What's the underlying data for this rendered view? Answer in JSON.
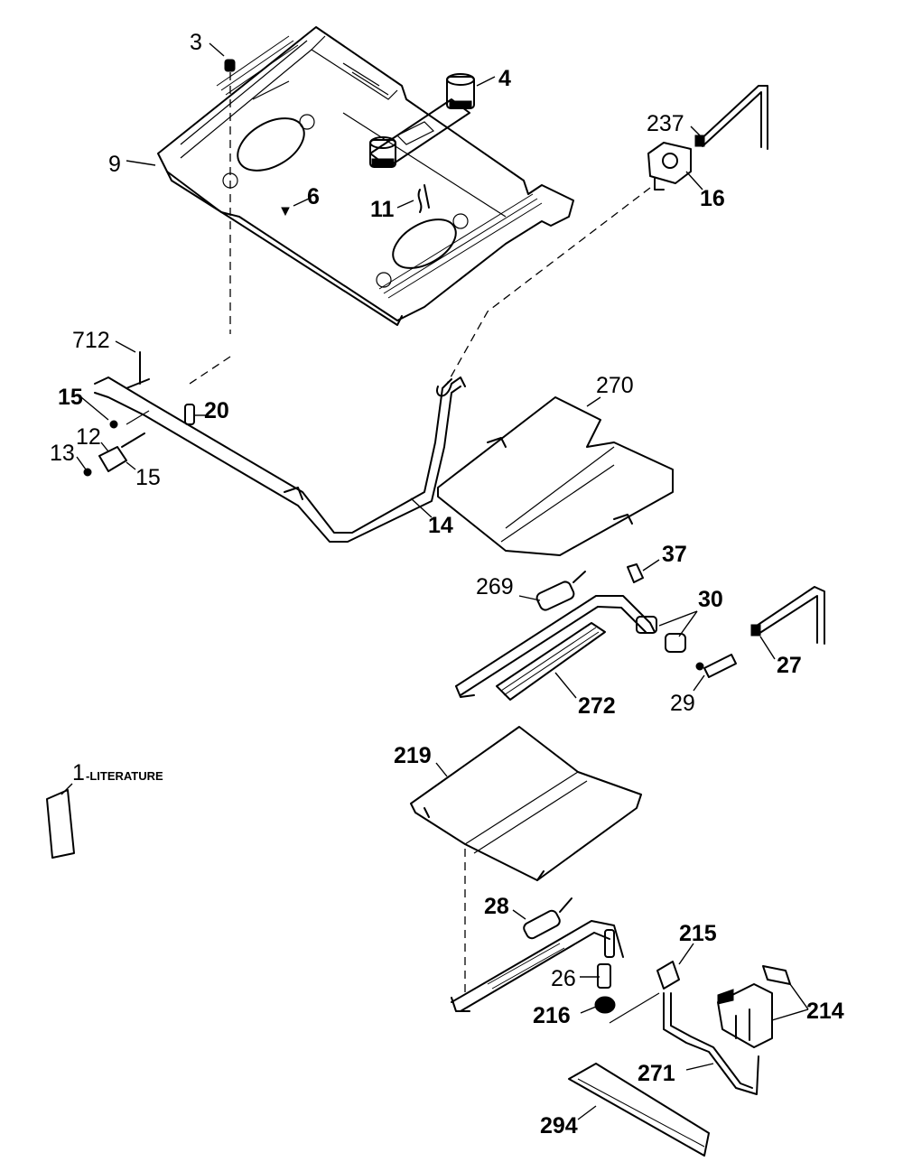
{
  "callouts": [
    {
      "id": "c3",
      "text": "3"
    },
    {
      "id": "c4",
      "text": "4"
    },
    {
      "id": "c9",
      "text": "9"
    },
    {
      "id": "c6",
      "text": "6"
    },
    {
      "id": "c11",
      "text": "11"
    },
    {
      "id": "c237",
      "text": "237"
    },
    {
      "id": "c16",
      "text": "16"
    },
    {
      "id": "c712",
      "text": "712"
    },
    {
      "id": "c15a",
      "text": "15"
    },
    {
      "id": "c20",
      "text": "20"
    },
    {
      "id": "c12",
      "text": "12"
    },
    {
      "id": "c13",
      "text": "13"
    },
    {
      "id": "c15b",
      "text": "15"
    },
    {
      "id": "c14",
      "text": "14"
    },
    {
      "id": "c270",
      "text": "270"
    },
    {
      "id": "c37",
      "text": "37"
    },
    {
      "id": "c269",
      "text": "269"
    },
    {
      "id": "c30",
      "text": "30"
    },
    {
      "id": "c27",
      "text": "27"
    },
    {
      "id": "c29",
      "text": "29"
    },
    {
      "id": "c272",
      "text": "272"
    },
    {
      "id": "c1",
      "text": "1"
    },
    {
      "id": "c219",
      "text": "219"
    },
    {
      "id": "c28",
      "text": "28"
    },
    {
      "id": "c215",
      "text": "215"
    },
    {
      "id": "c26",
      "text": "26"
    },
    {
      "id": "c216",
      "text": "216"
    },
    {
      "id": "c214",
      "text": "214"
    },
    {
      "id": "c271",
      "text": "271"
    },
    {
      "id": "c294",
      "text": "294"
    }
  ],
  "literature_label": "-LITERATURE"
}
